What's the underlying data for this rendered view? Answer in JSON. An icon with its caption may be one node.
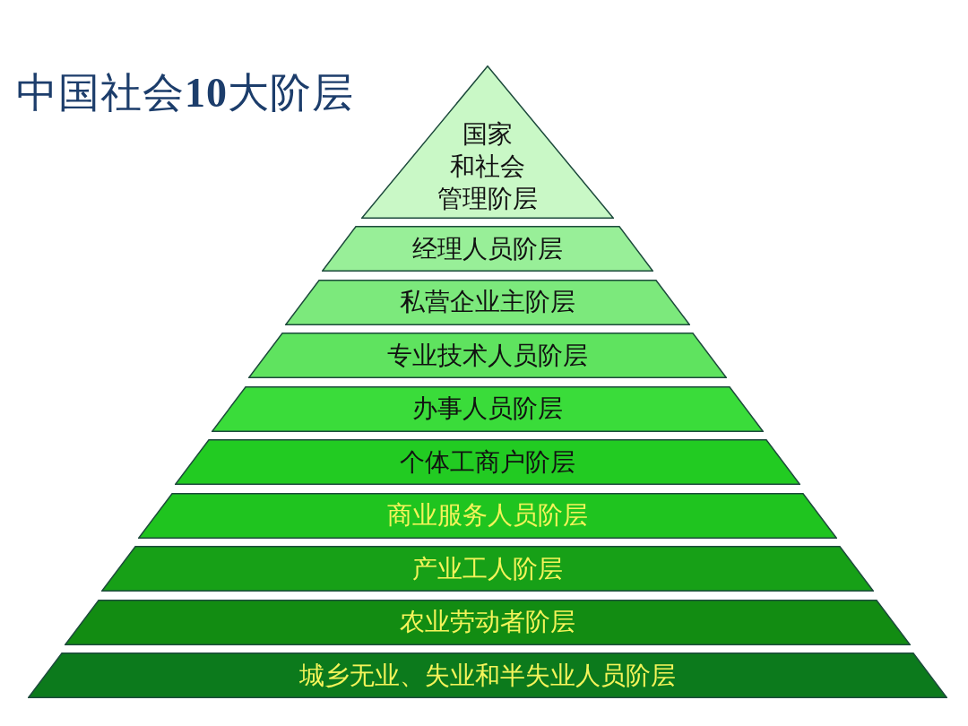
{
  "diagram": {
    "title": "中国社会**10**大阶层",
    "nodes": [
      {
        "text": [
          "国家和社会管理阶层"
        ]
      },
      {
        "text": [
          "经理人员阶层"
        ]
      },
      {
        "text": [
          "私营企业主阶层"
        ]
      },
      {
        "text": [
          "专业技术人员阶层"
        ]
      },
      {
        "text": [
          "办事人员阶层"
        ]
      },
      {
        "text": [
          "个体工商户阶层"
        ]
      },
      {
        "text": [
          "商业服务人员阶层"
        ]
      },
      {
        "text": [
          "产业工人阶层"
        ]
      },
      {
        "text": [
          "农业劳动者阶层"
        ]
      },
      {
        "text": [
          "城乡无业、失业和半失业人员阶层"
        ]
      }
    ]
  }
}
